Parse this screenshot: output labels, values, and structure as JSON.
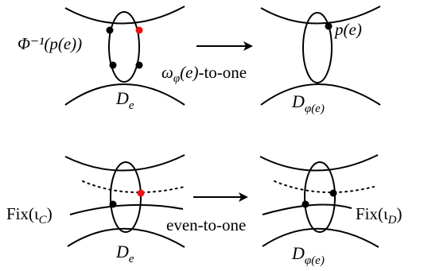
{
  "panels": {
    "top_left": {
      "fiber_label": "Φ⁻¹(p(e))",
      "disk_label_main": "D",
      "disk_label_sub": "e"
    },
    "top_right": {
      "point_label": "p(e)",
      "disk_label_main": "D",
      "disk_label_sub": "φ(e)"
    },
    "bottom_left": {
      "fix_label_main": "Fix(ι",
      "fix_label_sub": "C",
      "fix_label_close": ")",
      "disk_label_main": "D",
      "disk_label_sub": "e"
    },
    "bottom_right": {
      "fix_label_main": "Fix(ι",
      "fix_label_sub": "D",
      "fix_label_close": ")",
      "disk_label_main": "D",
      "disk_label_sub": "φ(e)"
    }
  },
  "arrows": {
    "top_pre": "ω",
    "top_sub": "φ",
    "top_arg": "(e)",
    "top_suffix": "-to-one",
    "bottom": "even-to-one"
  },
  "colors": {
    "stroke": "#000000",
    "marked_point": "#ee1111",
    "point": "#000000"
  }
}
